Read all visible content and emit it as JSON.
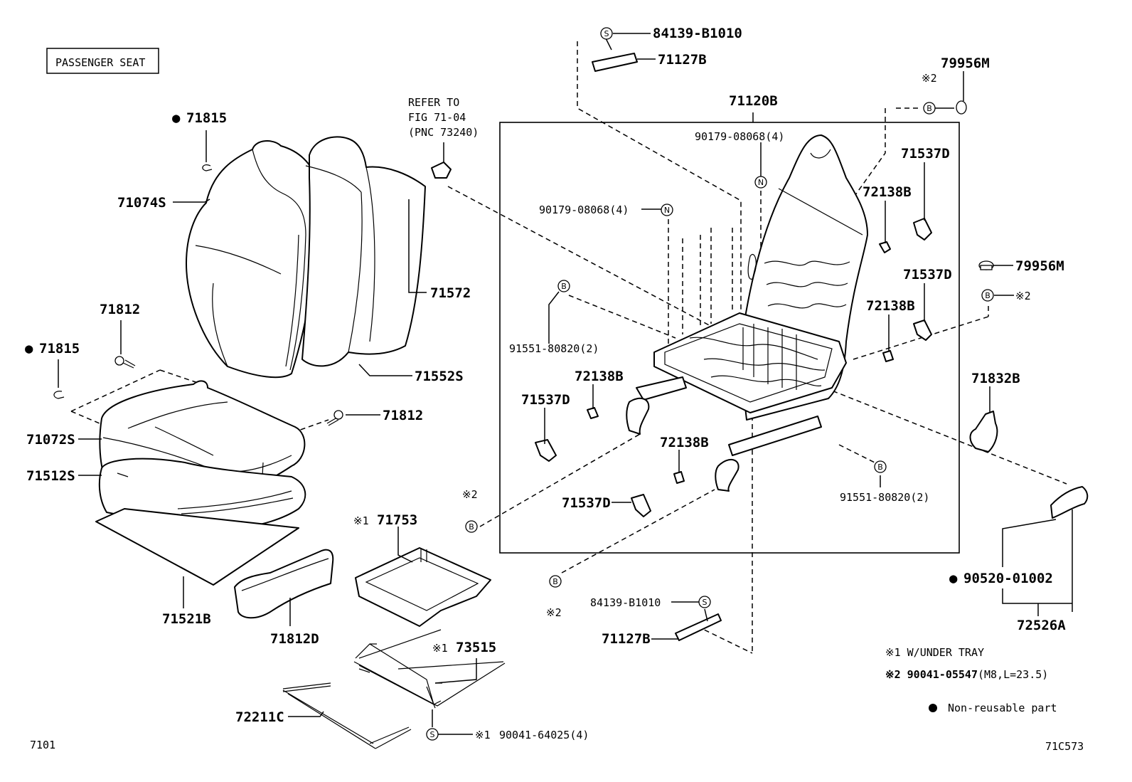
{
  "title": "PASSENGER SEAT",
  "figure_code": "7101",
  "illustration_code": "71C573",
  "refer_note": {
    "line1": "REFER TO",
    "line2": "FIG 71-04",
    "line3": "(PNC 73240)"
  },
  "callouts": {
    "p84139_top": "84139-B1010",
    "p71127B_top": "71127B",
    "p79956M_top": "79956M",
    "p71120B": "71120B",
    "p90179_top": "90179-08068(4)",
    "p90179_left": "90179-08068(4)",
    "p71537D_r1": "71537D",
    "p72138B_r1": "72138B",
    "p71537D_r2": "71537D",
    "p72138B_r2": "72138B",
    "p79956M_mid": "79956M",
    "p91551_left": "91551-80820(2)",
    "p72138B_l1": "72138B",
    "p71537D_l1": "71537D",
    "p72138B_l2": "72138B",
    "p71537D_l2": "71537D",
    "p91551_right": "91551-80820(2)",
    "p71832B": "71832B",
    "p90520": "90520-01002",
    "p72526A": "72526A",
    "p71815_top": "71815",
    "p71074S": "71074S",
    "p71572": "71572",
    "p71552S": "71552S",
    "p71812_top": "71812",
    "p71815_mid": "71815",
    "p71812_right": "71812",
    "p71072S": "71072S",
    "p71512S": "71512S",
    "p71521B": "71521B",
    "p71812D": "71812D",
    "p71753": "71753",
    "p73515": "73515",
    "p72211C": "72211C",
    "p90041": "90041-64025(4)",
    "p84139_bottom": "84139-B1010",
    "p71127B_bottom": "71127B"
  },
  "marks": {
    "note1": "※1",
    "note2": "※2",
    "dot": "●",
    "S": "S",
    "N": "N",
    "B": "B"
  },
  "legend": {
    "note1": "※1 W/UNDER TRAY",
    "note2_prefix": "※2 90041-05547",
    "note2_suffix": "(M8,L=23.5)",
    "nonreusable": "Non-reusable part"
  }
}
